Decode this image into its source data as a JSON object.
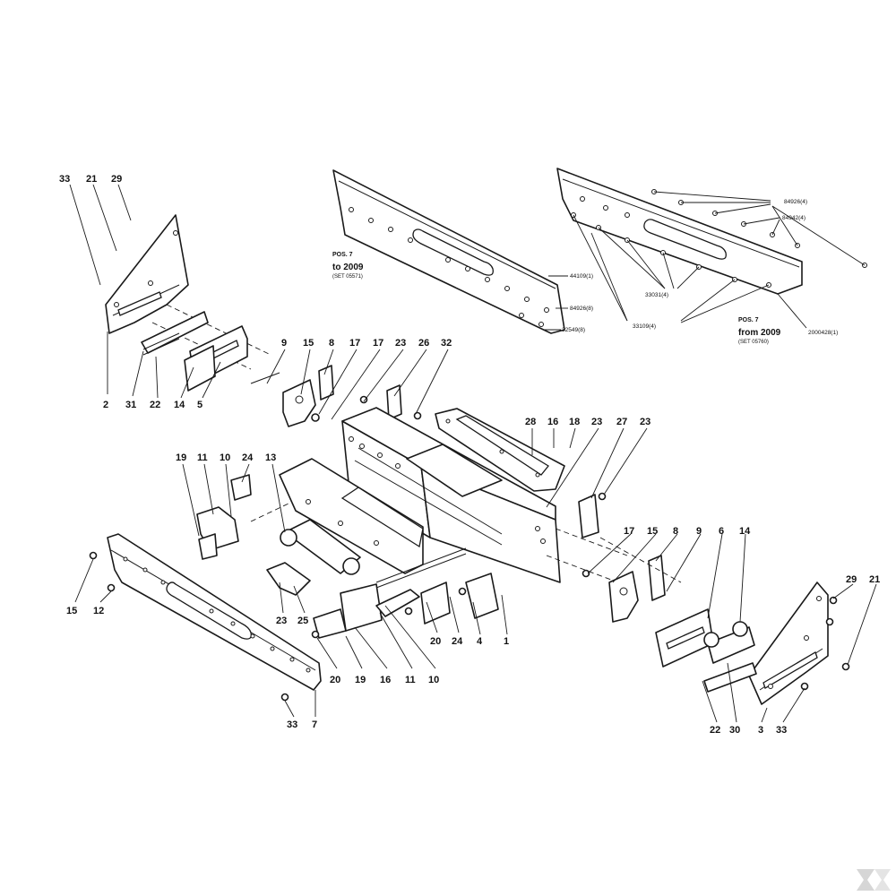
{
  "diagram": {
    "labels": {
      "l33a": "33",
      "l21a": "21",
      "l29a": "29",
      "l2": "2",
      "l31": "31",
      "l22a": "22",
      "l14a": "14",
      "l5": "5",
      "l9a": "9",
      "l15a": "15",
      "l8a": "8",
      "l17a": "17",
      "l17b": "17",
      "l23a": "23",
      "l26": "26",
      "l32": "32",
      "l28": "28",
      "l16a": "16",
      "l18": "18",
      "l23b": "23",
      "l27": "27",
      "l23c": "23",
      "l19a": "19",
      "l11a": "11",
      "l10a": "10",
      "l24a": "24",
      "l13": "13",
      "l15b": "15",
      "l12": "12",
      "l23d": "23",
      "l25": "25",
      "l20a": "20",
      "l24b": "24",
      "l4": "4",
      "l1": "1",
      "l20b": "20",
      "l19b": "19",
      "l16b": "16",
      "l11b": "11",
      "l10b": "10",
      "l33b": "33",
      "l7": "7",
      "l17c": "17",
      "l15c": "15",
      "l8b": "8",
      "l9b": "9",
      "l6": "6",
      "l14b": "14",
      "l29b": "29",
      "l21b": "21",
      "l22b": "22",
      "l30": "30",
      "l3": "3",
      "l33c": "33"
    },
    "inset_old": {
      "pos": "POS. 7",
      "period": "to 2009",
      "set": "(SET 05571)",
      "ref1": "44109(1)",
      "ref2": "84926(8)",
      "ref3": "32549(8)"
    },
    "inset_new": {
      "pos": "POS. 7",
      "period": "from 2009",
      "set": "(SET 05760)",
      "ref1": "84926(4)",
      "ref2": "84942(4)",
      "ref3": "33031(4)",
      "ref4": "33109(4)",
      "ref5": "2000428(1)"
    },
    "colors": {
      "line": "#1a1a1a",
      "background": "#ffffff",
      "watermark": "#d6d6d6"
    },
    "watermark_icon": "k-logo-icon"
  }
}
